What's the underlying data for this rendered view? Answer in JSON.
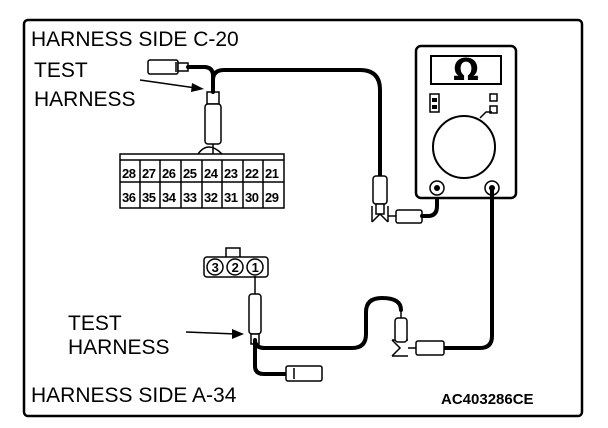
{
  "labels": {
    "top_title": "HARNESS SIDE C-20",
    "top_test": "TEST",
    "top_harness": "HARNESS",
    "bottom_test": "TEST",
    "bottom_harness": "HARNESS",
    "bottom_title": "HARNESS SIDE A-34",
    "code": "AC403286CE"
  },
  "meter": {
    "symbol": "Ω",
    "icon": "ohmmeter-icon"
  },
  "connector_c20": {
    "row_top": [
      "28",
      "27",
      "26",
      "25",
      "24",
      "23",
      "22",
      "21"
    ],
    "row_bottom": [
      "36",
      "35",
      "34",
      "33",
      "32",
      "31",
      "30",
      "29"
    ]
  },
  "connector_a34": {
    "pins": [
      "3",
      "2",
      "1"
    ]
  }
}
